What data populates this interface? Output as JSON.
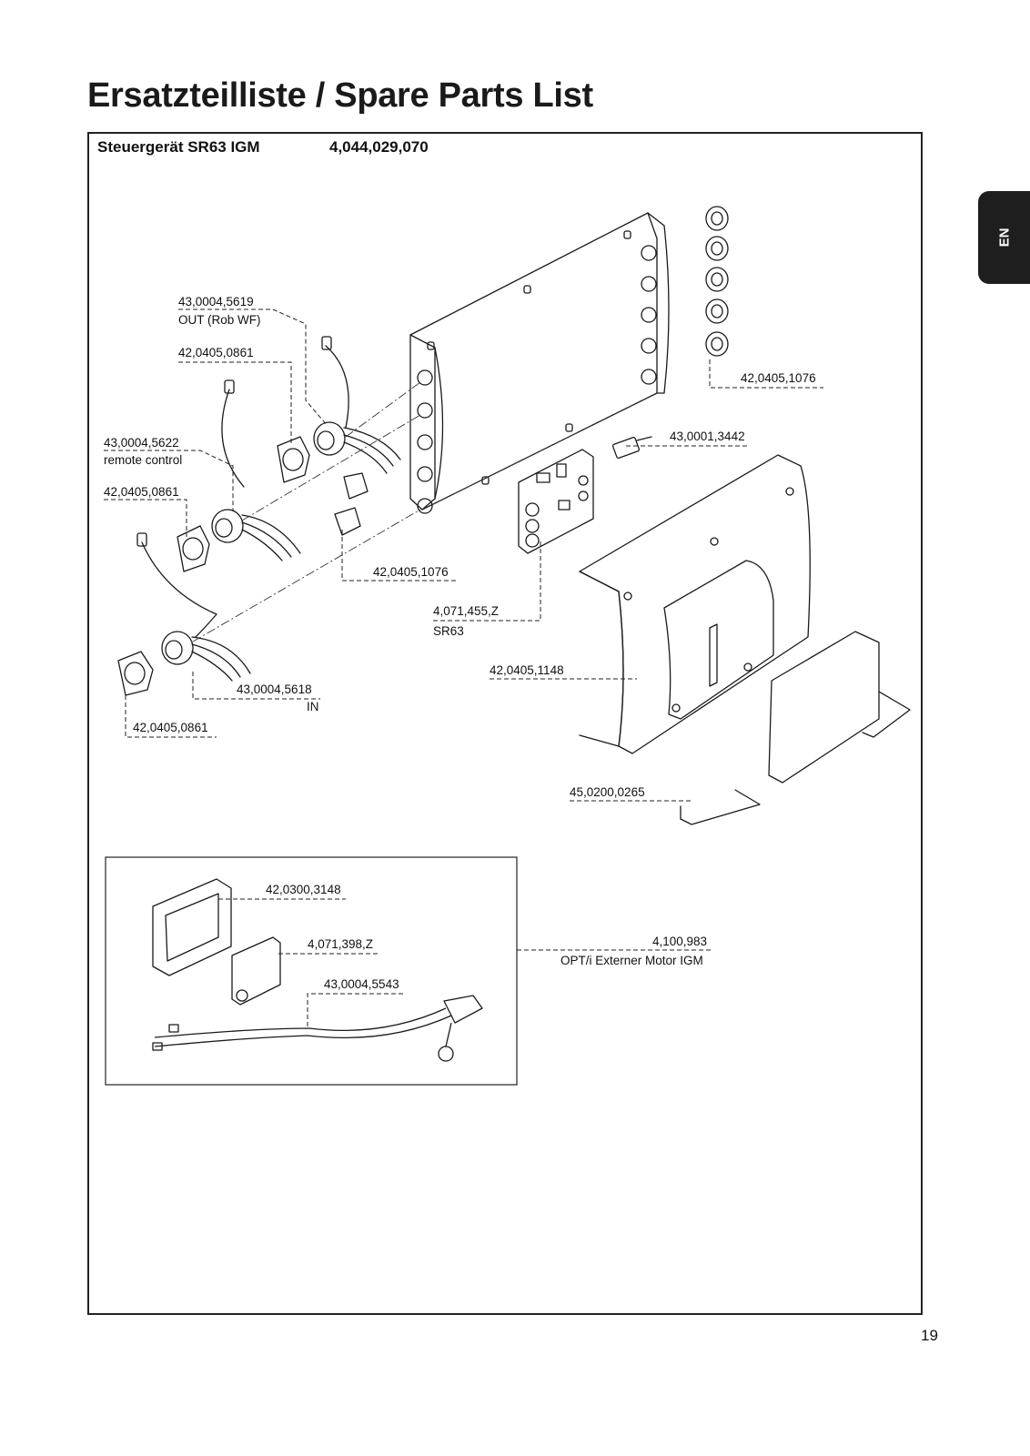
{
  "page": {
    "title": "Ersatzteilliste / Spare Parts List",
    "language_tab": "EN",
    "page_number": "19"
  },
  "header": {
    "device_name": "Steuergerät SR63 IGM",
    "device_number": "4,044,029,070"
  },
  "callouts": {
    "out_rob_wf_part": "43,0004,5619",
    "out_rob_wf_label": "OUT (Rob WF)",
    "connector_1_part": "42,0405,0861",
    "remote_part": "43,0004,5622",
    "remote_label": "remote control",
    "connector_2_part": "42,0405,0861",
    "plug_part": "42,0405,1076",
    "plug_right_part": "42,0405,1076",
    "cable_part": "43,0001,3442",
    "board_part": "4,071,455,Z",
    "board_label": "SR63",
    "cover_part": "42,0405,1148",
    "in_part": "43,0004,5618",
    "in_label": "IN",
    "connector_3_part": "42,0405,0861",
    "bracket_part": "45,0200,0265"
  },
  "option": {
    "housing_part": "42,0300,3148",
    "board_part": "4,071,398,Z",
    "cable_part": "43,0004,5543",
    "kit_part": "4,100,983",
    "kit_label": "OPT/i Externer Motor IGM"
  }
}
